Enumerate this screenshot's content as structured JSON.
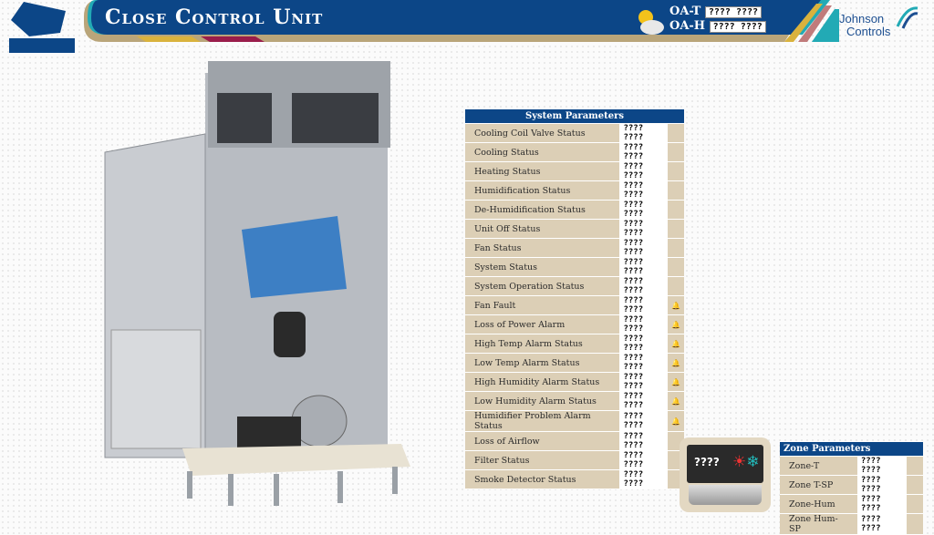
{
  "header": {
    "title": "Close Control Unit",
    "oa_t_label": "OA-T",
    "oa_t_value": "???? ????",
    "oa_h_label": "OA-H",
    "oa_h_value": "???? ????",
    "brand_line1": "Johnson",
    "brand_line2": "Controls"
  },
  "system_parameters": {
    "title": "System Parameters",
    "rows": [
      {
        "label": "Cooling Coil Valve Status",
        "value": "???? ????",
        "alarm": false
      },
      {
        "label": "Cooling Status",
        "value": "???? ????",
        "alarm": false
      },
      {
        "label": "Heating Status",
        "value": "???? ????",
        "alarm": false
      },
      {
        "label": "Humidification Status",
        "value": "???? ????",
        "alarm": false
      },
      {
        "label": "De-Humidification Status",
        "value": "???? ????",
        "alarm": false
      },
      {
        "label": "Unit Off Status",
        "value": "???? ????",
        "alarm": false
      },
      {
        "label": "Fan Status",
        "value": "???? ????",
        "alarm": false
      },
      {
        "label": "System Status",
        "value": "???? ????",
        "alarm": false
      },
      {
        "label": "System Operation Status",
        "value": "???? ????",
        "alarm": false
      },
      {
        "label": "Fan Fault",
        "value": "???? ????",
        "alarm": true
      },
      {
        "label": "Loss of Power Alarm",
        "value": "???? ????",
        "alarm": true
      },
      {
        "label": "High Temp Alarm Status",
        "value": "???? ????",
        "alarm": true
      },
      {
        "label": "Low Temp Alarm Status",
        "value": "???? ????",
        "alarm": true
      },
      {
        "label": "High Humidity Alarm Status",
        "value": "???? ????",
        "alarm": true
      },
      {
        "label": "Low Humidity Alarm Status",
        "value": "???? ????",
        "alarm": true
      },
      {
        "label": "Humidifier Problem Alarm Status",
        "value": "???? ????",
        "alarm": true
      },
      {
        "label": "Loss of Airflow",
        "value": "???? ????",
        "alarm": false
      },
      {
        "label": "Filter Status",
        "value": "???? ????",
        "alarm": false
      },
      {
        "label": "Smoke Detector Status",
        "value": "???? ????",
        "alarm": false
      }
    ]
  },
  "zone_parameters": {
    "title": "Zone Parameters",
    "rows": [
      {
        "label": "Zone-T",
        "value": "???? ????"
      },
      {
        "label": "Zone T-SP",
        "value": "???? ????"
      },
      {
        "label": "Zone-Hum",
        "value": "???? ????"
      },
      {
        "label": "Zone Hum-SP",
        "value": "???? ????"
      }
    ]
  },
  "thermostat": {
    "display": "????"
  },
  "colors": {
    "banner": "#0c4687",
    "tan": "#dccfb6",
    "alarm": "#dd2222"
  }
}
